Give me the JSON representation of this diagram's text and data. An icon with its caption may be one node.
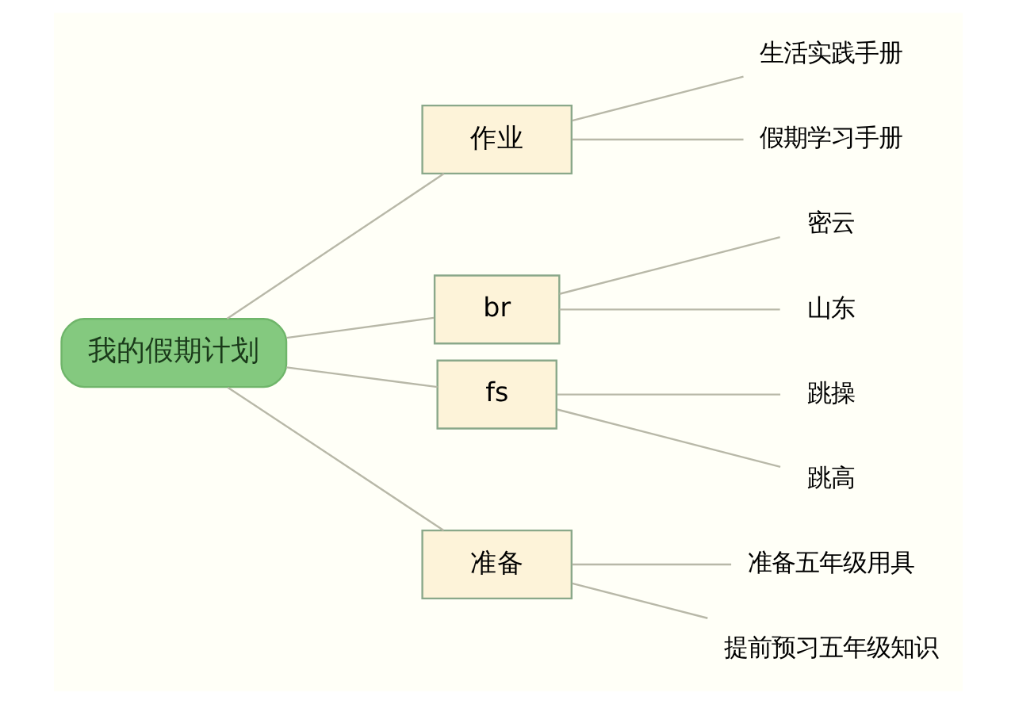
{
  "diagram": {
    "nodes": [
      {
        "text": [
          "我的假期计划"
        ]
      },
      {
        "text": [
          "作业"
        ]
      },
      {
        "text": [
          "生活实践手册"
        ]
      },
      {
        "text": [
          "假期学习手册"
        ]
      },
      {
        "text": [
          "br"
        ]
      },
      {
        "text": [
          "密云"
        ]
      },
      {
        "text": [
          "山东"
        ]
      },
      {
        "text": [
          "fs"
        ]
      },
      {
        "text": [
          "跳操"
        ]
      },
      {
        "text": [
          "跳高"
        ]
      },
      {
        "text": [
          "准备"
        ]
      },
      {
        "text": [
          "准备五年级用具"
        ]
      },
      {
        "text": [
          "提前预习五年级知识"
        ]
      }
    ],
    "edges": [
      {
        "from": 0,
        "to": 1,
        "arrow": "none"
      },
      {
        "from": 1,
        "to": 2,
        "arrow": "none"
      },
      {
        "from": 1,
        "to": 3,
        "arrow": "none"
      },
      {
        "from": 0,
        "to": 4,
        "arrow": "none"
      },
      {
        "from": 4,
        "to": 5,
        "arrow": "none"
      },
      {
        "from": 4,
        "to": 6,
        "arrow": "none"
      },
      {
        "from": 0,
        "to": 7,
        "arrow": "none"
      },
      {
        "from": 7,
        "to": 8,
        "arrow": "none"
      },
      {
        "from": 7,
        "to": 9,
        "arrow": "none"
      },
      {
        "from": 0,
        "to": 10,
        "arrow": "none"
      },
      {
        "from": 10,
        "to": 11,
        "arrow": "none"
      },
      {
        "from": 10,
        "to": 12,
        "arrow": "none"
      }
    ]
  }
}
